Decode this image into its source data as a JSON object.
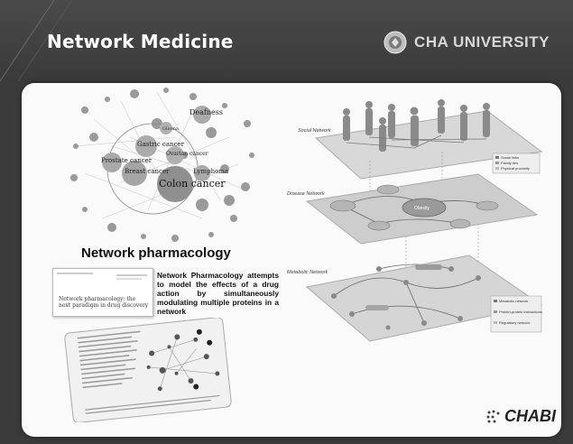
{
  "header": {
    "title": "Network Medicine",
    "university": "CHA UNIVERSITY"
  },
  "left": {
    "network_labels": [
      "Deafness",
      "Gastric cancer",
      "Ovarian cancer",
      "Prostate cancer",
      "Breast cancer",
      "Colon cancer",
      "Lymphoma",
      "Glioma"
    ],
    "section_title": "Network pharmacology",
    "paper_title": "Network pharmacology: the next paradigm in drug discovery",
    "description": "Network Pharmacology attempts to model the effects of a drug action by simultaneously modulating multiple proteins in a network"
  },
  "right": {
    "layers": [
      {
        "name": "Social Network",
        "legend": [
          "Social links",
          "Family ties",
          "Physical proximity"
        ]
      },
      {
        "name": "Disease Network",
        "center_node": "Obesity",
        "legend": []
      },
      {
        "name": "Metabolic Network",
        "legend": [
          "Metabolic network",
          "Protein-protein interactions",
          "Regulatory network"
        ]
      }
    ]
  },
  "footer": {
    "logo": "CHABI"
  }
}
